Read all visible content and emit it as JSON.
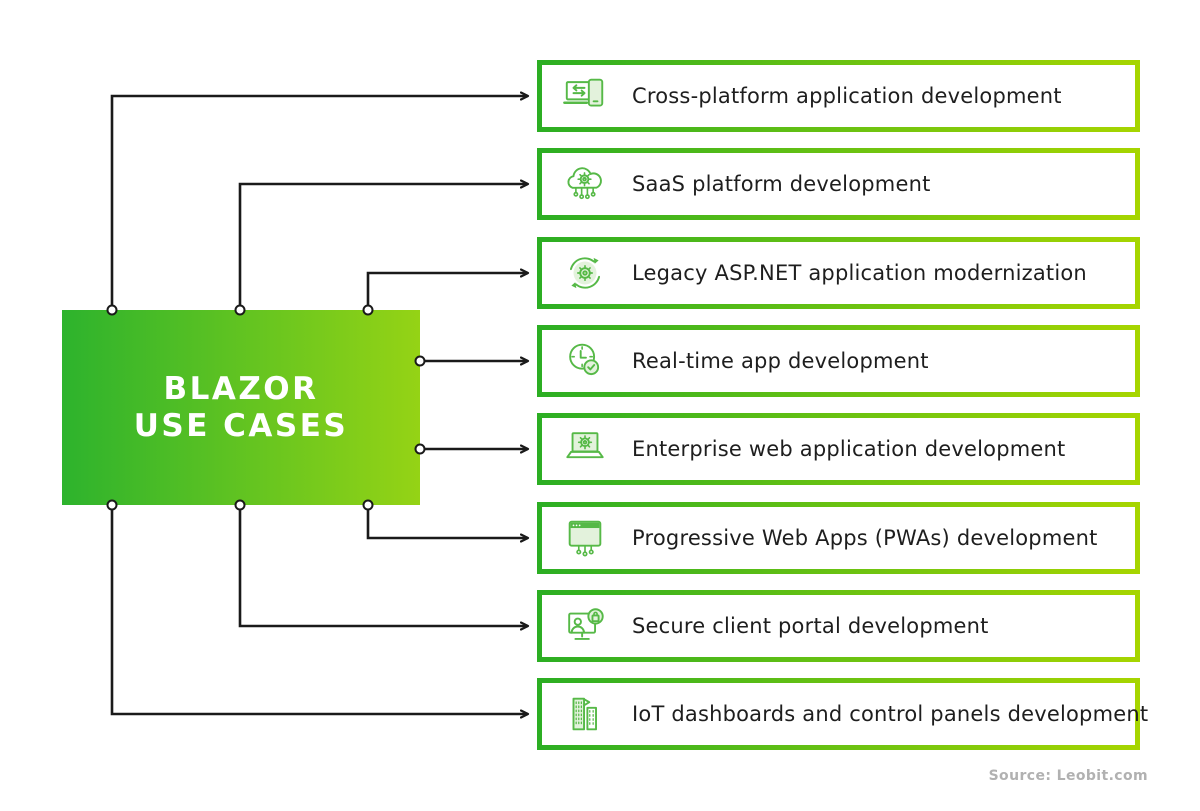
{
  "title": {
    "line1": "BLAZOR",
    "line2": "USE CASES"
  },
  "source": {
    "label": "Source: Leobit.com"
  },
  "colors": {
    "center_gradient_left": "#2db32d",
    "center_gradient_right": "#95d315",
    "border_gradient_left": "#2cae23",
    "border_gradient_right": "#a6d500",
    "icon_green": "#56b947",
    "icon_fill": "#e3f2dc",
    "connector": "#1a1a1a",
    "text": "#1e1e1e",
    "source_text": "#b1b1b1",
    "background": "#ffffff"
  },
  "usecases": {
    "items": [
      {
        "label": "Cross-platform application development",
        "icon": "cross-platform-devices-icon"
      },
      {
        "label": "SaaS platform development",
        "icon": "cloud-gear-icon"
      },
      {
        "label": "Legacy ASP.NET application modernization",
        "icon": "gear-refresh-icon"
      },
      {
        "label": "Real-time app development",
        "icon": "clock-check-icon"
      },
      {
        "label": "Enterprise web application development",
        "icon": "laptop-gear-icon"
      },
      {
        "label": "Progressive Web Apps (PWAs) development",
        "icon": "browser-circuit-icon"
      },
      {
        "label": "Secure client portal development",
        "icon": "monitor-user-lock-icon"
      },
      {
        "label": "IoT dashboards and control panels development",
        "icon": "smart-buildings-icon"
      }
    ]
  }
}
